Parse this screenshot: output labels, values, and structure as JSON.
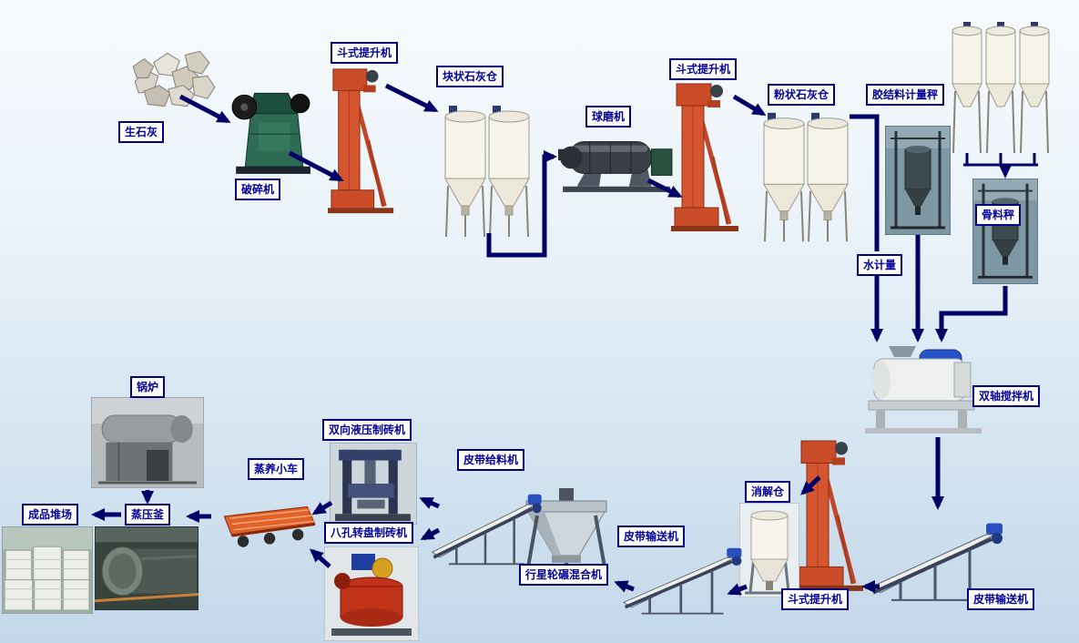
{
  "diagram": {
    "type": "process-flow",
    "colors": {
      "background_top": "#f6fafd",
      "background_bottom": "#c3d8ea",
      "arrow": "#000066",
      "label_border": "#000080",
      "label_text": "#000099",
      "label_bg": "#ffffff",
      "elevator_red": "#d5552f",
      "silo_body": "#f6f3e8",
      "motor_blue": "#2a52c8"
    },
    "nodes": {
      "quicklime": {
        "label": "生石灰"
      },
      "crusher": {
        "label": "破碎机"
      },
      "bucket_elevator_1": {
        "label": "斗式提升机"
      },
      "block_lime_silo": {
        "label": "块状石灰仓"
      },
      "ball_mill": {
        "label": "球磨机"
      },
      "bucket_elevator_2": {
        "label": "斗式提升机"
      },
      "powder_lime_silo": {
        "label": "粉状石灰仓"
      },
      "binder_scale": {
        "label": "胶结料计量秤"
      },
      "aggregate_silos": {
        "label": ""
      },
      "aggregate_scale": {
        "label": "骨料秤"
      },
      "water_meter": {
        "label": "水计量"
      },
      "twin_shaft_mixer": {
        "label": "双轴搅拌机"
      },
      "belt_conveyor_right": {
        "label": "皮带输送机"
      },
      "bucket_elevator_3": {
        "label": "斗式提升机"
      },
      "digestion_silo": {
        "label": "消解仓"
      },
      "belt_conveyor_mid": {
        "label": "皮带输送机"
      },
      "planetary_mixer": {
        "label": "行星轮碾混合机"
      },
      "belt_feeder": {
        "label": "皮带给料机"
      },
      "rotary_brick_machine": {
        "label": "八孔转盘制砖机"
      },
      "hydraulic_brick_machine": {
        "label": "双向液压制砖机"
      },
      "steam_cart": {
        "label": "蒸养小车"
      },
      "autoclave": {
        "label": "蒸压釜"
      },
      "boiler": {
        "label": "锅炉"
      },
      "product_yard": {
        "label": "成品堆场"
      }
    },
    "flow": [
      [
        "quicklime",
        "crusher"
      ],
      [
        "crusher",
        "bucket_elevator_1"
      ],
      [
        "bucket_elevator_1",
        "block_lime_silo"
      ],
      [
        "block_lime_silo",
        "ball_mill"
      ],
      [
        "ball_mill",
        "bucket_elevator_2"
      ],
      [
        "bucket_elevator_2",
        "powder_lime_silo"
      ],
      [
        "powder_lime_silo",
        "binder_scale"
      ],
      [
        "binder_scale",
        "twin_shaft_mixer"
      ],
      [
        "water_meter",
        "twin_shaft_mixer"
      ],
      [
        "aggregate_silos",
        "aggregate_scale"
      ],
      [
        "aggregate_scale",
        "twin_shaft_mixer"
      ],
      [
        "twin_shaft_mixer",
        "belt_conveyor_right"
      ],
      [
        "belt_conveyor_right",
        "bucket_elevator_3"
      ],
      [
        "bucket_elevator_3",
        "digestion_silo"
      ],
      [
        "digestion_silo",
        "belt_conveyor_mid"
      ],
      [
        "belt_conveyor_mid",
        "planetary_mixer"
      ],
      [
        "planetary_mixer",
        "belt_feeder"
      ],
      [
        "belt_feeder",
        "hydraulic_brick_machine"
      ],
      [
        "belt_feeder",
        "rotary_brick_machine"
      ],
      [
        "hydraulic_brick_machine",
        "steam_cart"
      ],
      [
        "rotary_brick_machine",
        "steam_cart"
      ],
      [
        "steam_cart",
        "autoclave"
      ],
      [
        "boiler",
        "autoclave"
      ],
      [
        "autoclave",
        "product_yard"
      ]
    ]
  }
}
